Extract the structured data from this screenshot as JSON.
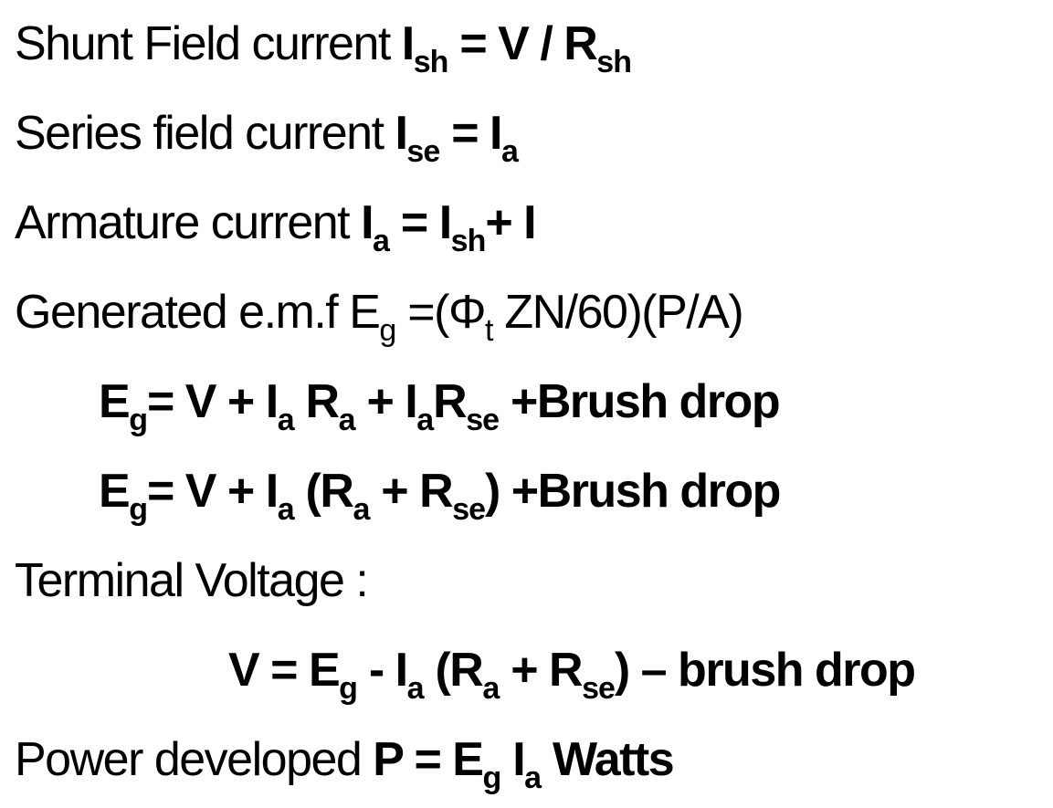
{
  "lines": [
    {
      "label": "Shunt Field current ",
      "eq": {
        "var": "I",
        "sub": "sh",
        "rest1": " = V / ",
        "var2": "R",
        "sub2": "sh"
      }
    },
    {
      "label": "Series field current ",
      "eq": {
        "var": "I",
        "sub": "se",
        "rest1": " = ",
        "var2": "I",
        "sub2": "a"
      }
    },
    {
      "label": "Armature current ",
      "eq": {
        "var": "I",
        "sub": "a",
        "rest1": " = ",
        "var2": "I",
        "sub2": "sh",
        "rest2": "+ I"
      }
    },
    {
      "label": "Generated e.m.f  ",
      "eq": {
        "var": "E",
        "sub": "g",
        "rest1": " =(",
        "var2": "Φ",
        "sub2": "t",
        "rest2": " ZN/60)(P/A)"
      }
    },
    {
      "eq": {
        "p1": "E",
        "s1": "g",
        "p2": "= V + I",
        "s2": "a",
        "p3": " R",
        "s3": "a",
        "p4": " + I",
        "s4": "a",
        "p5": "R",
        "s5": "se",
        "p6": " +Brush drop"
      }
    },
    {
      "eq": {
        "p1": "E",
        "s1": "g",
        "p2": "= V + I",
        "s2": "a",
        "p3": " (R",
        "s3": "a",
        "p4": " + R",
        "s4": "se",
        "p5": ") +Brush drop"
      }
    },
    {
      "label": "Terminal Voltage :"
    },
    {
      "eq": {
        "p1": "V = E",
        "s1": "g",
        "p2": " - I",
        "s2": "a",
        "p3": " (R",
        "s3": "a",
        "p4": " + R",
        "s4": "se",
        "p5": ") – brush drop"
      }
    },
    {
      "label": "Power developed ",
      "eq": {
        "p1": "P = E",
        "s1": "g",
        "p2": " I",
        "s2": "a",
        "p3": " Watts"
      }
    }
  ]
}
